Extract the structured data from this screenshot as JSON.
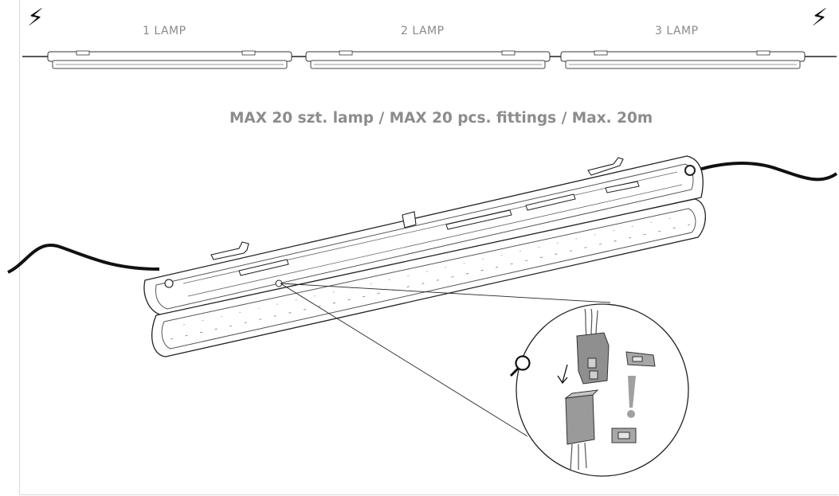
{
  "lamps": [
    {
      "label": "1 LAMP"
    },
    {
      "label": "2 LAMP"
    },
    {
      "label": "3 LAMP"
    }
  ],
  "caption": "MAX 20 szt. lamp / MAX 20 pcs. fittings / Max. 20m",
  "icons": {
    "power": "lightning-bolt-icon",
    "zoom": "magnifier-icon",
    "direction": "arrow-down-icon",
    "warning": "exclamation-icon"
  },
  "colors": {
    "line": "#222222",
    "label": "#8a8a8a",
    "connector": "#9a9a9a"
  }
}
